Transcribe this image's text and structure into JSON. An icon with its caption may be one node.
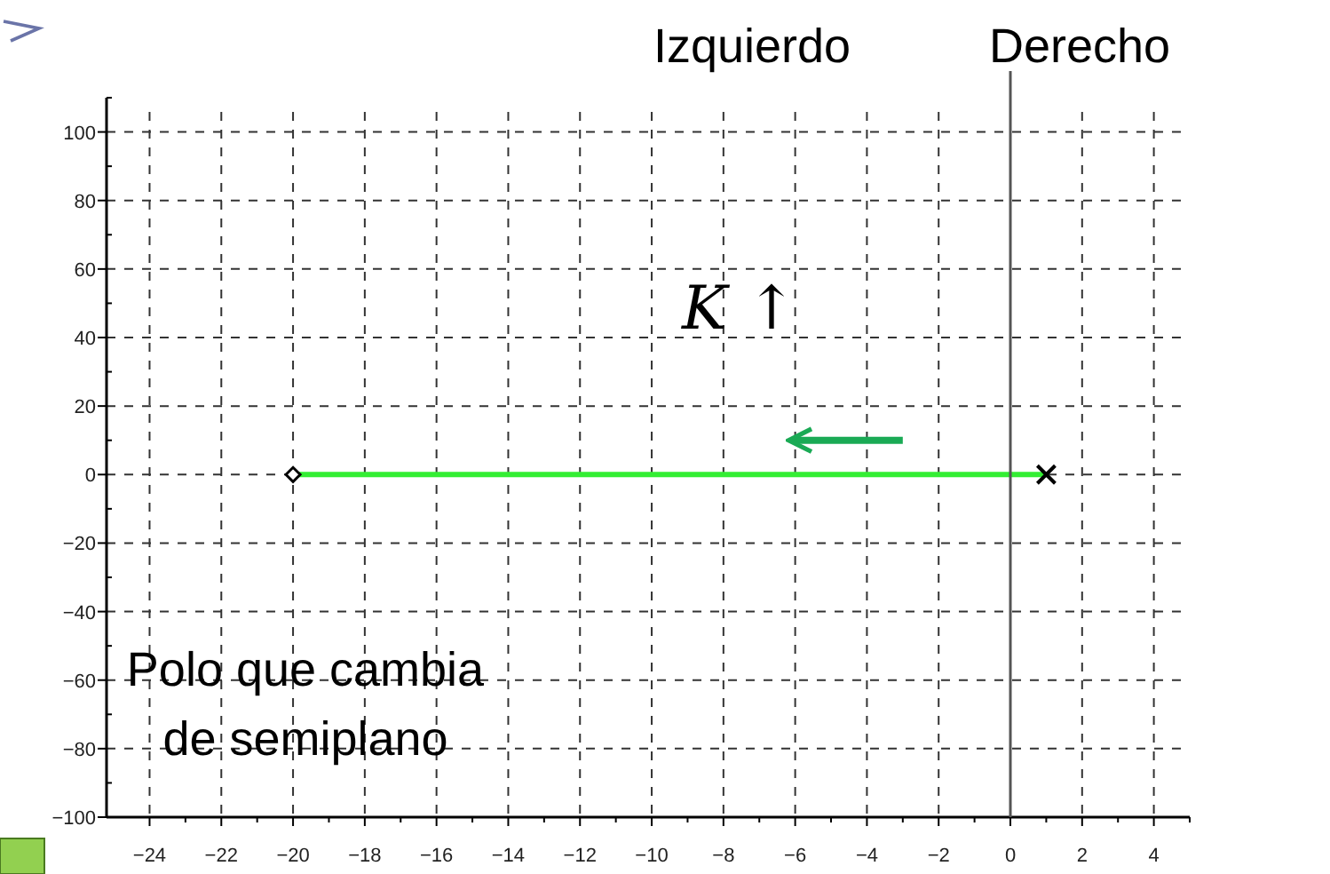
{
  "diagram": {
    "labels": [
      "Izquierdo",
      "Derecho",
      "*K* ↑",
      "Polo que cambia de semiplano"
    ],
    "chart_data": {
      "type": "line",
      "x": [
        -20,
        1
      ],
      "series": [
        {
          "color": "#33ee33",
          "values": [
            0,
            0
          ],
          "marker": true
        }
      ],
      "grid": true,
      "xlim": [
        -25.2,
        5
      ],
      "ylim": [
        -100,
        110
      ],
      "xticks": [
        {
          "value": -24,
          "label": "−24"
        },
        {
          "value": -22,
          "label": "−22"
        },
        {
          "value": -20,
          "label": "−20"
        },
        {
          "value": -18,
          "label": "−18"
        },
        {
          "value": -16,
          "label": "−16"
        },
        {
          "value": -14,
          "label": "−14"
        },
        {
          "value": -12,
          "label": "−12"
        },
        {
          "value": -10,
          "label": "−10"
        },
        {
          "value": -8,
          "label": "−8"
        },
        {
          "value": -6,
          "label": "−6"
        },
        {
          "value": -4,
          "label": "−4"
        },
        {
          "value": -2,
          "label": "−2"
        },
        {
          "value": 0,
          "label": "0"
        },
        {
          "value": 2,
          "label": "2"
        },
        {
          "value": 4,
          "label": "4"
        }
      ],
      "yticks": [
        {
          "value": -100,
          "label": "−100"
        },
        {
          "value": -80,
          "label": "−80"
        },
        {
          "value": -60,
          "label": "−60"
        },
        {
          "value": -40,
          "label": "−40"
        },
        {
          "value": -20,
          "label": "−20"
        },
        {
          "value": 0,
          "label": "0"
        },
        {
          "value": 20,
          "label": "20"
        },
        {
          "value": 40,
          "label": "40"
        },
        {
          "value": 60,
          "label": "60"
        },
        {
          "value": 80,
          "label": "80"
        },
        {
          "value": 100,
          "label": "100"
        }
      ]
    }
  }
}
